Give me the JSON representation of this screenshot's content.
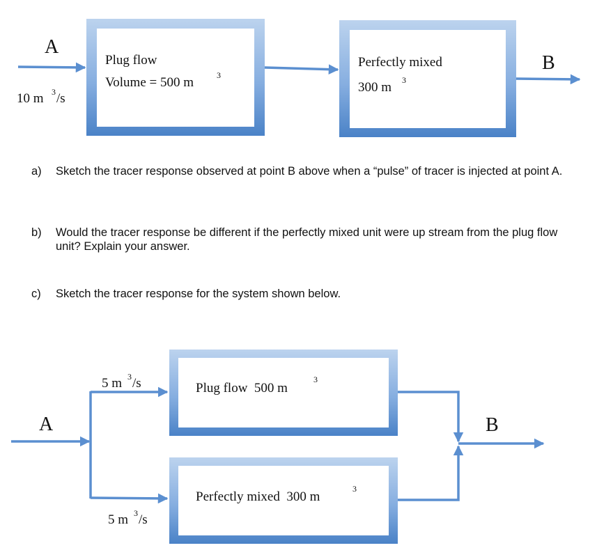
{
  "diagram1": {
    "inlet_label": "A",
    "inlet_flow": "10 m",
    "inlet_flow_unit": "/s",
    "plug_title": "Plug flow",
    "plug_volume": "Volume = 500 m",
    "mixed_title": "Perfectly mixed",
    "mixed_volume": "300 m",
    "outlet_label": "B",
    "exponent": "3"
  },
  "questions": [
    {
      "label": "a)",
      "text": "Sketch the tracer response observed at point B above when a “pulse” of tracer is injected at point A."
    },
    {
      "label": "b)",
      "text": "Would the tracer response be different if the perfectly mixed unit were up stream from the plug flow unit? Explain your answer."
    },
    {
      "label": "c)",
      "text": "Sketch the tracer response for the system shown below."
    }
  ],
  "diagram2": {
    "inlet_label": "A",
    "outlet_label": "B",
    "top_flow": "5 m",
    "bottom_flow": "5 m",
    "flow_unit": "/s",
    "plug_text": "Plug flow  500 m",
    "mixed_text": "Perfectly mixed  300 m",
    "exponent": "3"
  },
  "colors": {
    "box_top": "#b9d0ec",
    "box_bottom": "#4a82c7",
    "arrow": "#5b8fd0",
    "text": "#111111"
  }
}
